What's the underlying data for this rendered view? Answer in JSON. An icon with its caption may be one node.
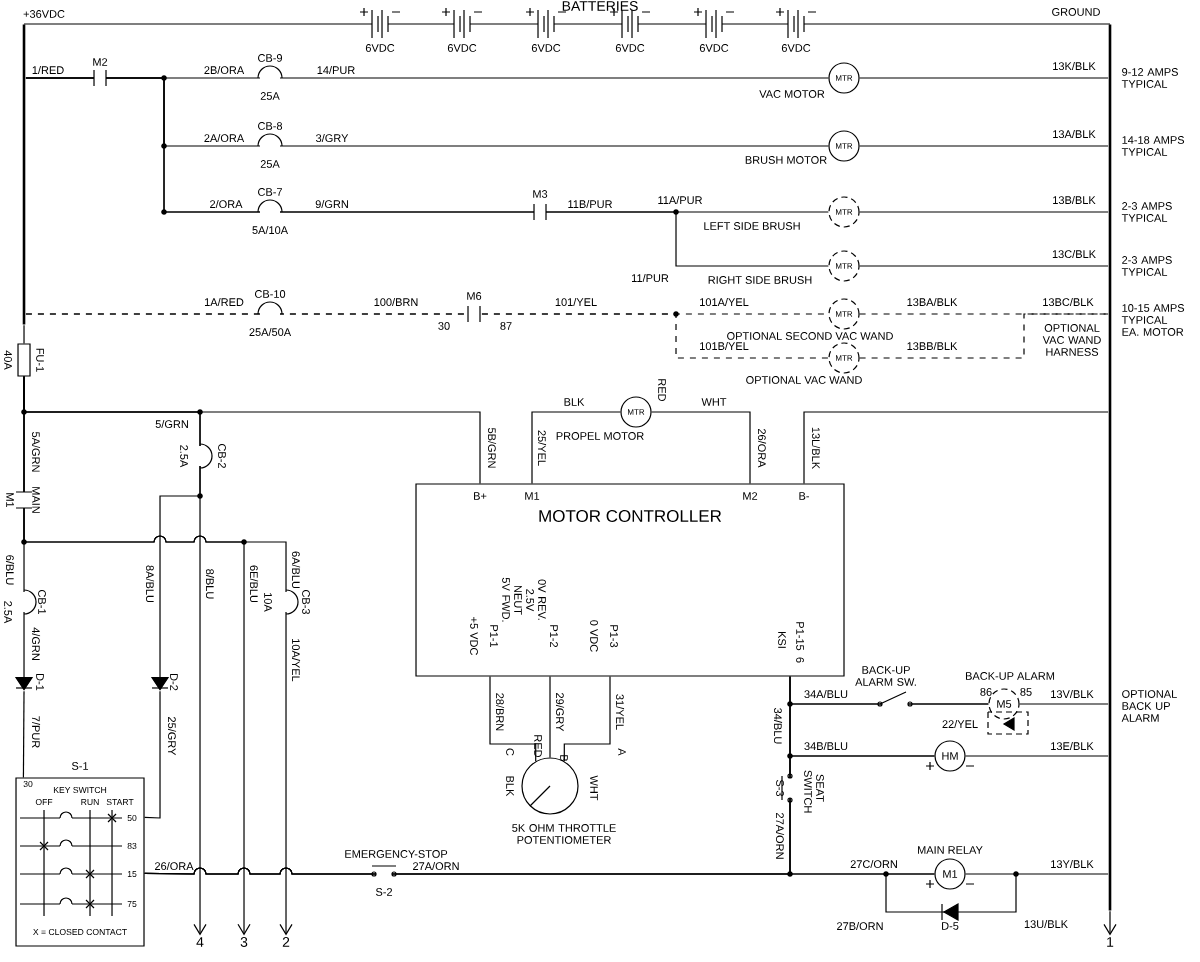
{
  "diagram": {
    "nodes": [
      {
        "text": [
          "MTR"
        ],
        "beside": [
          "VAC MOTOR"
        ]
      },
      {
        "text": [
          "MTR"
        ],
        "beside": [
          "BRUSH MOTOR"
        ]
      },
      {
        "text": [
          "MTR"
        ],
        "beside": [
          "LEFT SIDE BRUSH"
        ]
      },
      {
        "text": [
          "MTR"
        ],
        "beside": [
          "RIGHT SIDE BRUSH"
        ]
      },
      {
        "text": [
          "MTR"
        ],
        "beside": [
          "OPTIONAL SECOND VAC WAND"
        ]
      },
      {
        "text": [
          "MTR"
        ],
        "beside": [
          "OPTIONAL VAC WAND"
        ]
      },
      {
        "text": [
          "MTR"
        ],
        "beside": [
          "PROPEL MOTOR"
        ]
      },
      {
        "text": [
          "MOTOR CONTROLLER",
          "B+",
          "M1",
          "M2",
          "B-",
          "P1-1",
          "+5 VDC",
          "P1-2",
          "0V REV. 2.5V NEUT 5V FWD.",
          "P1-3",
          "0 VDC",
          "P1-15",
          "KSI"
        ]
      },
      {
        "text": [],
        "shape": "circle",
        "beside": [
          "5K OHM THROTTLE POTENTIOMETER"
        ]
      },
      {
        "text": [
          "KEY SWITCH",
          "OFF",
          "RUN",
          "START",
          "30",
          "50",
          "83",
          "15",
          "75",
          "X = CLOSED CONTACT"
        ],
        "beside": [
          "S-1"
        ]
      },
      {
        "text": [
          "M5"
        ],
        "beside": [
          "BACK-UP ALARM"
        ]
      },
      {
        "text": [
          "HM"
        ]
      },
      {
        "text": [
          "M1"
        ],
        "beside": [
          "MAIN RELAY"
        ]
      },
      {
        "text": [],
        "shape": "bar"
      },
      {
        "text": [],
        "shape": "bar"
      },
      {
        "text": [
          "4"
        ]
      },
      {
        "text": [
          "3"
        ]
      },
      {
        "text": [
          "2"
        ]
      },
      {
        "text": [
          "1"
        ]
      },
      {
        "text": [],
        "shape": "box",
        "beside": [
          "40A",
          "FU-1"
        ]
      },
      {
        "text": [],
        "shape": "triangle",
        "beside": [
          "D-1"
        ]
      },
      {
        "text": [],
        "shape": "triangle",
        "beside": [
          "D-2"
        ]
      }
    ],
    "edges": [
      {
        "from": 6,
        "to": 7,
        "arrow": "none",
        "label": "BLK"
      },
      {
        "from": 6,
        "to": 7,
        "arrow": "none",
        "label": "WHT"
      },
      {
        "from": 7,
        "to": 8,
        "arrow": "none",
        "label": "28/BRN"
      },
      {
        "from": 7,
        "to": 8,
        "arrow": "none",
        "label": "29/GRY"
      },
      {
        "from": 7,
        "to": 8,
        "arrow": "none",
        "label": "31/YEL"
      },
      {
        "from": 13,
        "to": 14,
        "arrow": "none"
      },
      {
        "from": 13,
        "to": 0,
        "arrow": "none"
      },
      {
        "from": 13,
        "to": 1,
        "arrow": "none"
      },
      {
        "from": 13,
        "to": 2,
        "arrow": "none"
      },
      {
        "from": 13,
        "to": 3,
        "arrow": "none"
      },
      {
        "from": 0,
        "to": 14,
        "arrow": "none"
      },
      {
        "from": 1,
        "to": 14,
        "arrow": "none"
      },
      {
        "from": 2,
        "to": 14,
        "arrow": "none"
      },
      {
        "from": 3,
        "to": 14,
        "arrow": "none"
      },
      {
        "from": 13,
        "to": 4,
        "arrow": "none",
        "style": "dashed"
      },
      {
        "from": 13,
        "to": 5,
        "arrow": "none",
        "style": "dashed"
      },
      {
        "from": 4,
        "to": 14,
        "arrow": "none",
        "style": "dashed"
      },
      {
        "from": 5,
        "to": 14,
        "arrow": "none",
        "style": "dashed"
      },
      {
        "from": 19,
        "to": 7,
        "arrow": "none"
      },
      {
        "from": 19,
        "to": 20,
        "arrow": "none"
      },
      {
        "from": 19,
        "to": 21,
        "arrow": "none"
      },
      {
        "from": 19,
        "to": 15,
        "arrow": "to"
      },
      {
        "from": 19,
        "to": 16,
        "arrow": "to"
      },
      {
        "from": 19,
        "to": 17,
        "arrow": "to"
      },
      {
        "from": 7,
        "to": 14,
        "arrow": "none"
      },
      {
        "from": 14,
        "to": 18,
        "arrow": "to"
      },
      {
        "from": 7,
        "to": 10,
        "arrow": "none"
      },
      {
        "from": 7,
        "to": 11,
        "arrow": "none"
      },
      {
        "from": 7,
        "to": 12,
        "arrow": "none"
      },
      {
        "from": 9,
        "to": 12,
        "arrow": "none"
      },
      {
        "from": 9,
        "to": 10,
        "arrow": "none"
      },
      {
        "from": 9,
        "to": 11,
        "arrow": "none"
      },
      {
        "from": 10,
        "to": 14,
        "arrow": "none"
      },
      {
        "from": 11,
        "to": 14,
        "arrow": "none"
      },
      {
        "from": 12,
        "to": 14,
        "arrow": "none"
      },
      {
        "from": 13,
        "to": 19,
        "arrow": "none"
      },
      {
        "from": 20,
        "to": 9,
        "arrow": "none"
      },
      {
        "from": 21,
        "to": 9,
        "arrow": "none"
      }
    ],
    "labels": [
      "+36VDC",
      "BATTERIES",
      "6VDC",
      "6VDC",
      "6VDC",
      "6VDC",
      "6VDC",
      "6VDC",
      "GROUND",
      "1/RED",
      "M2",
      "CB-9",
      "2B/ORA",
      "14/PUR",
      "25A",
      "13K/BLK",
      "9-12 AMPS TYPICAL",
      "CB-8",
      "2A/ORA",
      "3/GRY",
      "25A",
      "13A/BLK",
      "14-18 AMPS TYPICAL",
      "CB-7",
      "2/ORA",
      "9/GRN",
      "5A/10A",
      "M3",
      "11B/PUR",
      "11A/PUR",
      "13B/BLK",
      "2-3 AMPS TYPICAL",
      "11/PUR",
      "13C/BLK",
      "2-3 AMPS TYPICAL",
      "1A/RED",
      "CB-10",
      "25A/50A",
      "100/BRN",
      "M6",
      "30",
      "87",
      "101/YEL",
      "101A/YEL",
      "13BA/BLK",
      "13BC/BLK",
      "10-15 AMPS TYPICAL EA. MOTOR",
      "OPTIONAL VAC WAND HARNESS",
      "101B/YEL",
      "13BB/BLK",
      "5A/GRN",
      "M1",
      "MAIN",
      "5/GRN",
      "2.5A",
      "CB-2",
      "5B/GRN",
      "25/YEL",
      "26/ORA",
      "13L/BLK",
      "RED",
      "6/BLU",
      "2.5A",
      "CB-1",
      "4/GRN",
      "7/PUR",
      "8A/BLU",
      "8/BLU",
      "6E/BLU",
      "6A/BLU",
      "10A",
      "CB-3",
      "10A/YEL",
      "25/GRY",
      "26/ORA",
      "EMERGENCY-STOP",
      "S-2",
      "27A/ORN",
      "C",
      "B",
      "A",
      "BLK",
      "RED",
      "WHT",
      "6",
      "34/BLU",
      "BACK-UP ALARM SW.",
      "34A/BLU",
      "86",
      "85",
      "22/YEL",
      "13V/BLK",
      "OPTIONAL BACK UP ALARM",
      "34B/BLU",
      "13E/BLK",
      "S-3",
      "SEAT SWITCH",
      "27A/ORN",
      "27C/ORN",
      "13Y/BLK",
      "27B/ORN",
      "D-5",
      "13U/BLK"
    ]
  }
}
